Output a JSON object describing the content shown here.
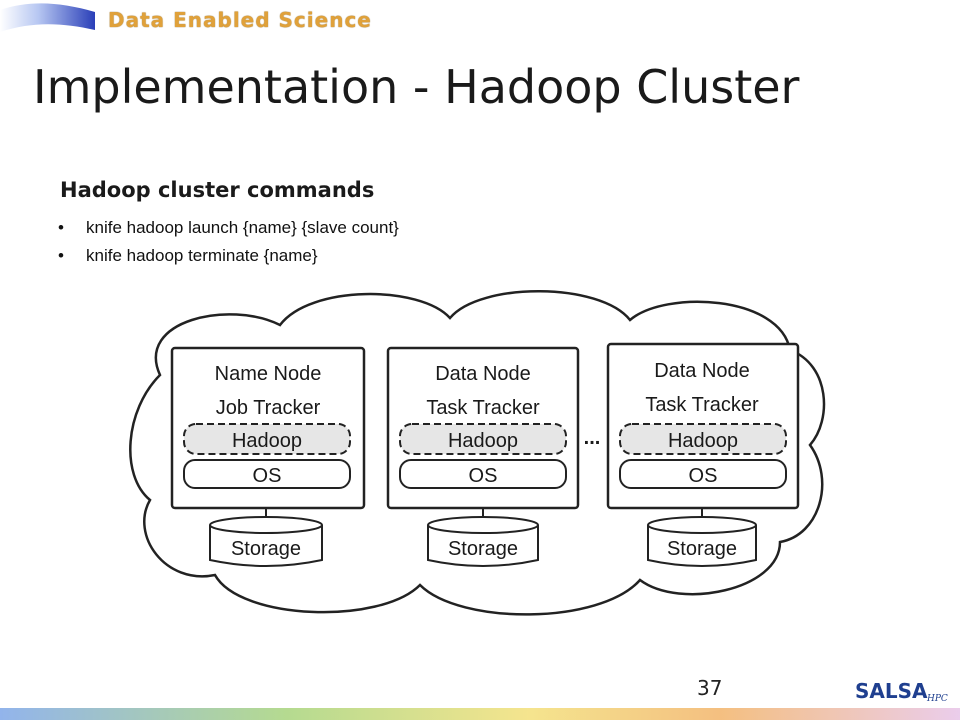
{
  "brand": {
    "text": "Data Enabled Science"
  },
  "title": "Implementation - Hadoop Cluster",
  "commands": {
    "heading": "Hadoop cluster commands",
    "items": [
      "knife hadoop launch {name} {slave count}",
      "knife hadoop terminate {name}"
    ]
  },
  "diagram": {
    "nodes": [
      {
        "line1": "Name Node",
        "line2": "Job Tracker",
        "hadoop": "Hadoop",
        "os": "OS",
        "storage": "Storage"
      },
      {
        "line1": "Data Node",
        "line2": "Task Tracker",
        "hadoop": "Hadoop",
        "os": "OS",
        "storage": "Storage"
      },
      {
        "line1": "Data Node",
        "line2": "Task Tracker",
        "hadoop": "Hadoop",
        "os": "OS",
        "storage": "Storage"
      }
    ],
    "ellipsis": "..."
  },
  "page_number": "37",
  "logo": {
    "main": "SALSA",
    "sub": "HPC"
  }
}
